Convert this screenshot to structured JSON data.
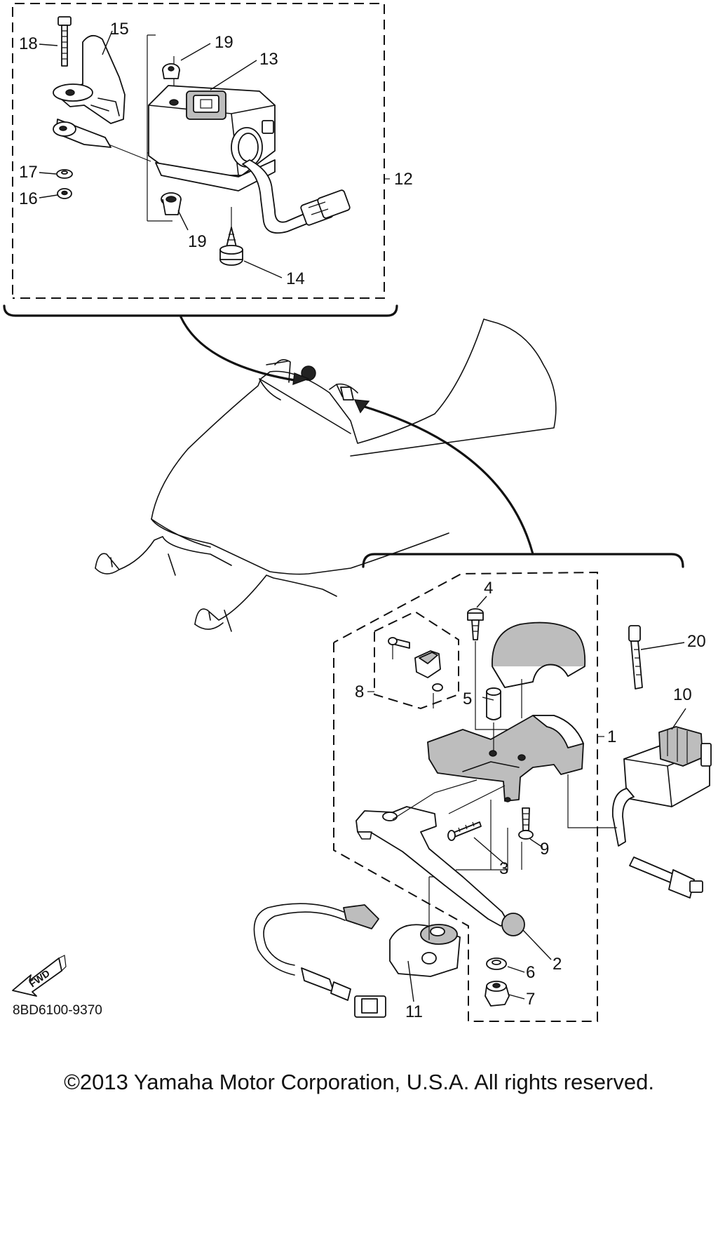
{
  "diagram": {
    "drawing_code": "8BD6100-9370",
    "copyright": "©2013 Yamaha Motor Corporation, U.S.A. All rights reserved.",
    "fwd_label": "FWD",
    "callouts": {
      "c1": "1",
      "c2": "2",
      "c3": "3",
      "c4": "4",
      "c5": "5",
      "c6": "6",
      "c7": "7",
      "c8": "8",
      "c9": "9",
      "c10": "10",
      "c11": "11",
      "c12": "12",
      "c13": "13",
      "c14": "14",
      "c15": "15",
      "c16": "16",
      "c17": "17",
      "c18": "18",
      "c19a": "19",
      "c19b": "19",
      "c20": "20"
    }
  }
}
